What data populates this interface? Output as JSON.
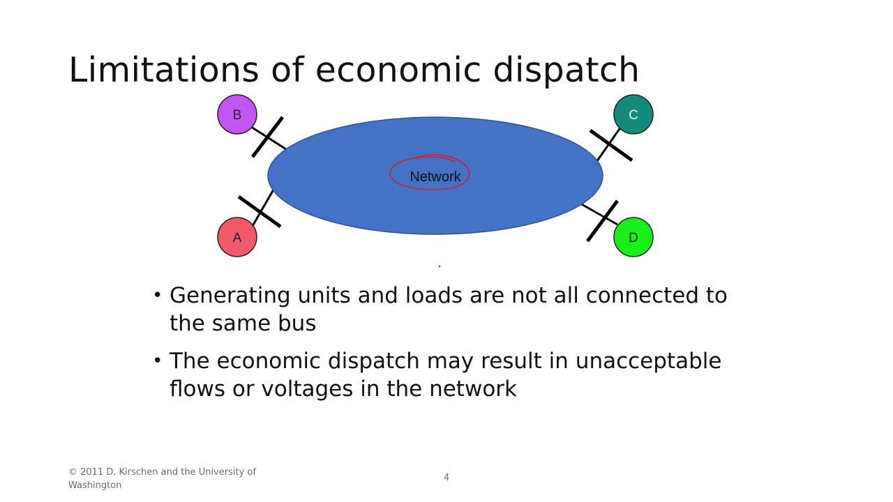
{
  "slide": {
    "title": "Limitations of economic dispatch",
    "page_number": "4",
    "footer": "© 2011 D. Kirschen and the University of Washington"
  },
  "diagram": {
    "network_label": "Network",
    "nodes": [
      {
        "label": "A",
        "color": "#f05a6a"
      },
      {
        "label": "B",
        "color": "#c455f5"
      },
      {
        "label": "C",
        "color": "#148a7a"
      },
      {
        "label": "D",
        "color": "#19f019"
      }
    ],
    "network_color": "#4472c4",
    "annotation_color": "#d21f2e"
  },
  "bullets": [
    "Generating units and loads are not all connected to the same bus",
    "The economic dispatch may result in unacceptable flows or voltages in the network"
  ]
}
